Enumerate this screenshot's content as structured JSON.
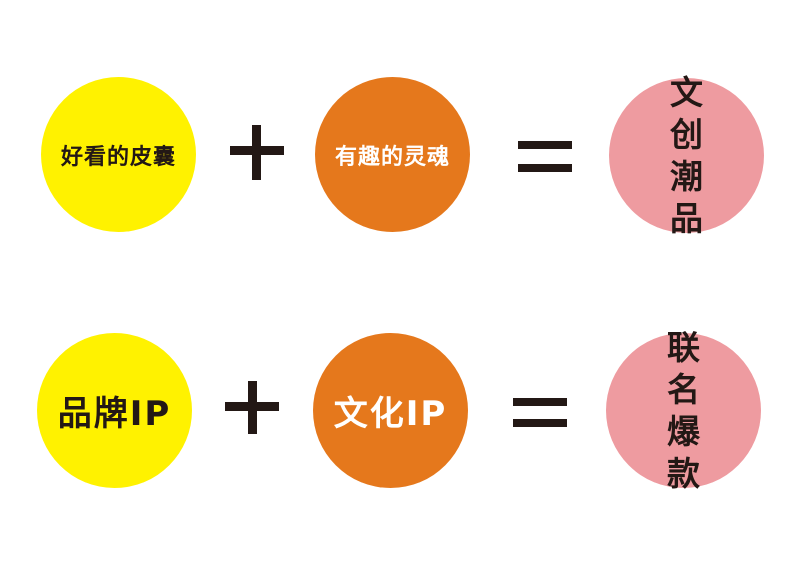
{
  "colors": {
    "yellow": "#FFF200",
    "orange": "#E5781C",
    "pink": "#EE9BA0",
    "text_dark": "#231815",
    "text_light": "#FFFFFF"
  },
  "equations": [
    {
      "term1": "好看的皮囊",
      "operator1": "+",
      "term2": "有趣的灵魂",
      "operator2": "=",
      "result": "文创潮品"
    },
    {
      "term1": "品牌IP",
      "operator1": "+",
      "term2": "文化IP",
      "operator2": "=",
      "result": "联名爆款"
    }
  ]
}
